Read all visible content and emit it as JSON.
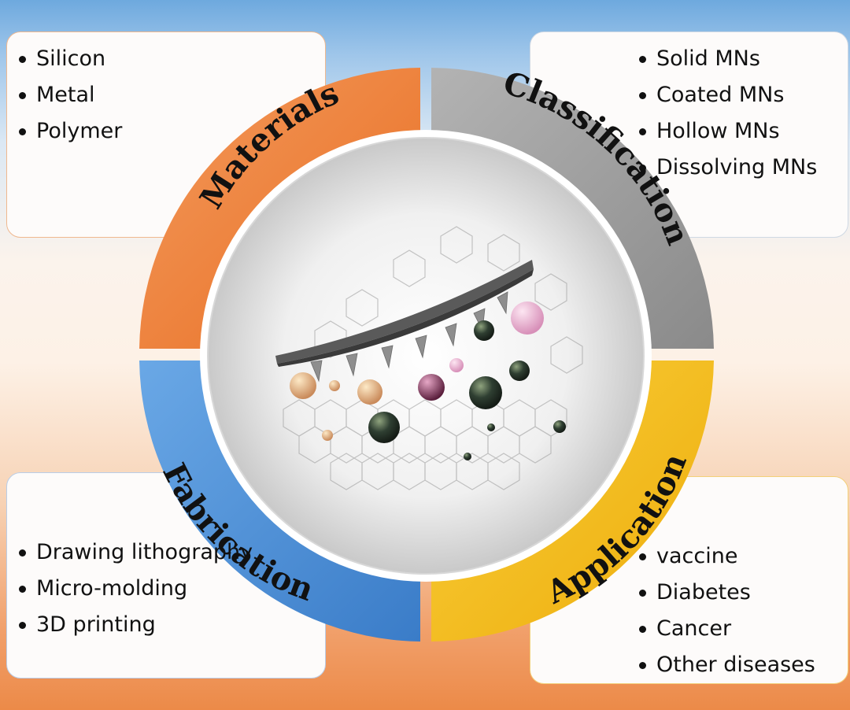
{
  "materials": {
    "title": "Materials",
    "items": [
      "Silicon",
      "Metal",
      "Polymer"
    ]
  },
  "classification": {
    "title": "Classification",
    "items": [
      "Solid MNs",
      "Coated MNs",
      "Hollow MNs",
      "Dissolving MNs"
    ]
  },
  "fabrication": {
    "title": "Fabrication",
    "items": [
      "Drawing lithography",
      "Micro-molding",
      "3D printing"
    ]
  },
  "application": {
    "title": "Application",
    "items": [
      "vaccine",
      "Diabetes",
      "Cancer",
      "Other diseases"
    ]
  },
  "colors": {
    "materials": "#ee7a32",
    "classification": "#9e9e9e",
    "fabrication": "#4a8fd6",
    "application": "#f3bd19"
  },
  "center_image": {
    "icon": "microneedle-patch-illustration"
  }
}
